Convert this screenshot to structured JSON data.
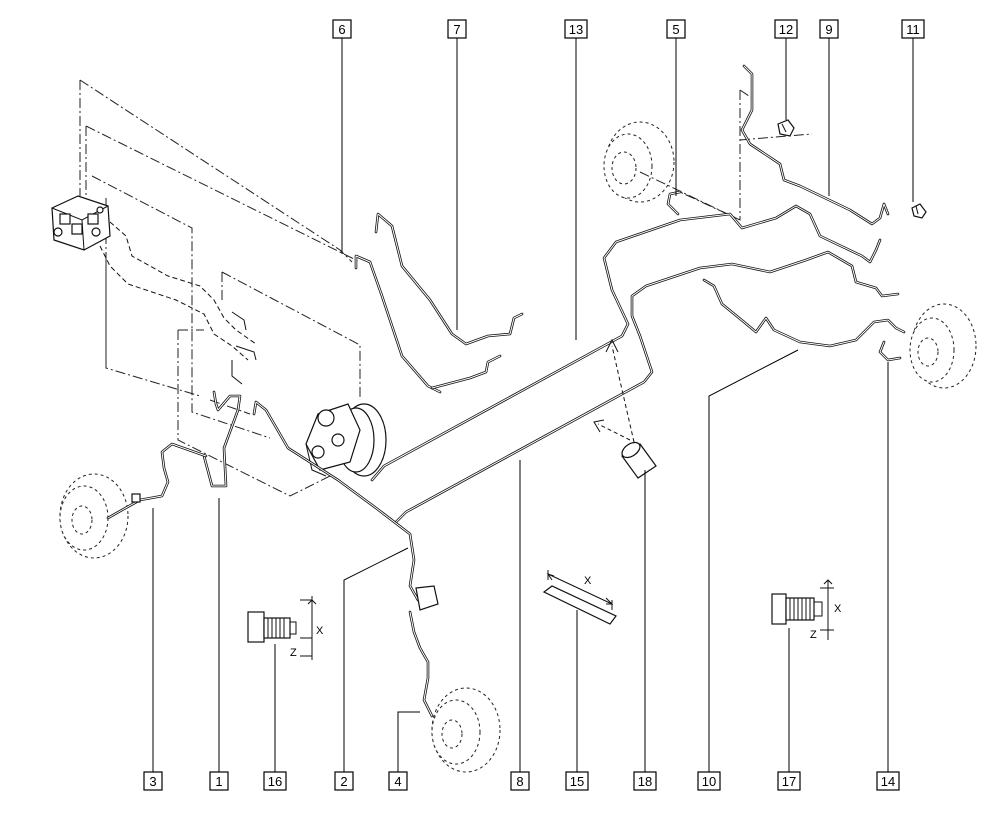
{
  "callouts": [
    "6",
    "7",
    "13",
    "5",
    "12",
    "9",
    "11",
    "3",
    "1",
    "16",
    "2",
    "4",
    "8",
    "15",
    "18",
    "10",
    "17",
    "14"
  ],
  "dimension_labels": {
    "fitting_16_x": "X",
    "fitting_16_z": "Z",
    "spacer_15_x": "X",
    "fitting_17_x": "X",
    "fitting_17_z": "Z"
  }
}
